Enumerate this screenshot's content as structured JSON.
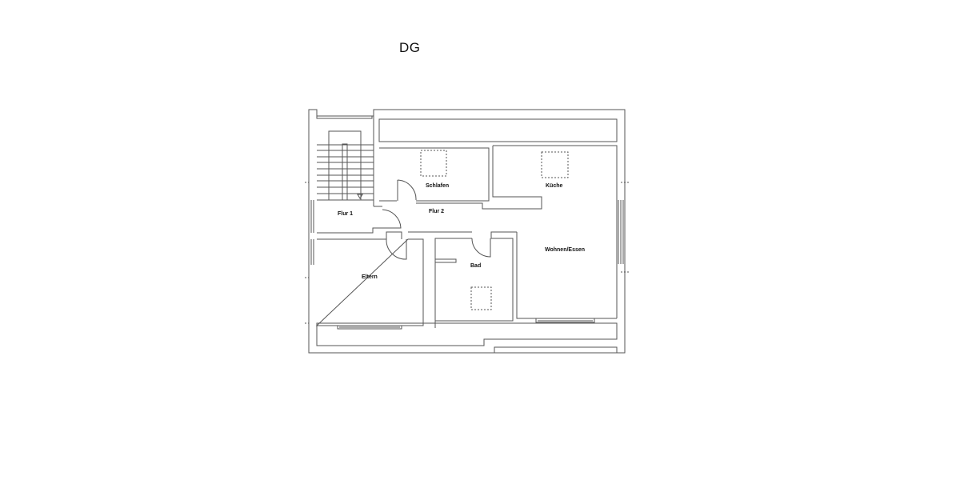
{
  "title": "DG",
  "rooms": {
    "flur1": "Flur 1",
    "flur2": "Flur 2",
    "schlafen": "Schlafen",
    "kueche": "Küche",
    "wohnen_essen": "Wohnen/Essen",
    "bad": "Bad",
    "eltern": "Eltern"
  },
  "colors": {
    "line": "#555555",
    "background": "#ffffff"
  }
}
